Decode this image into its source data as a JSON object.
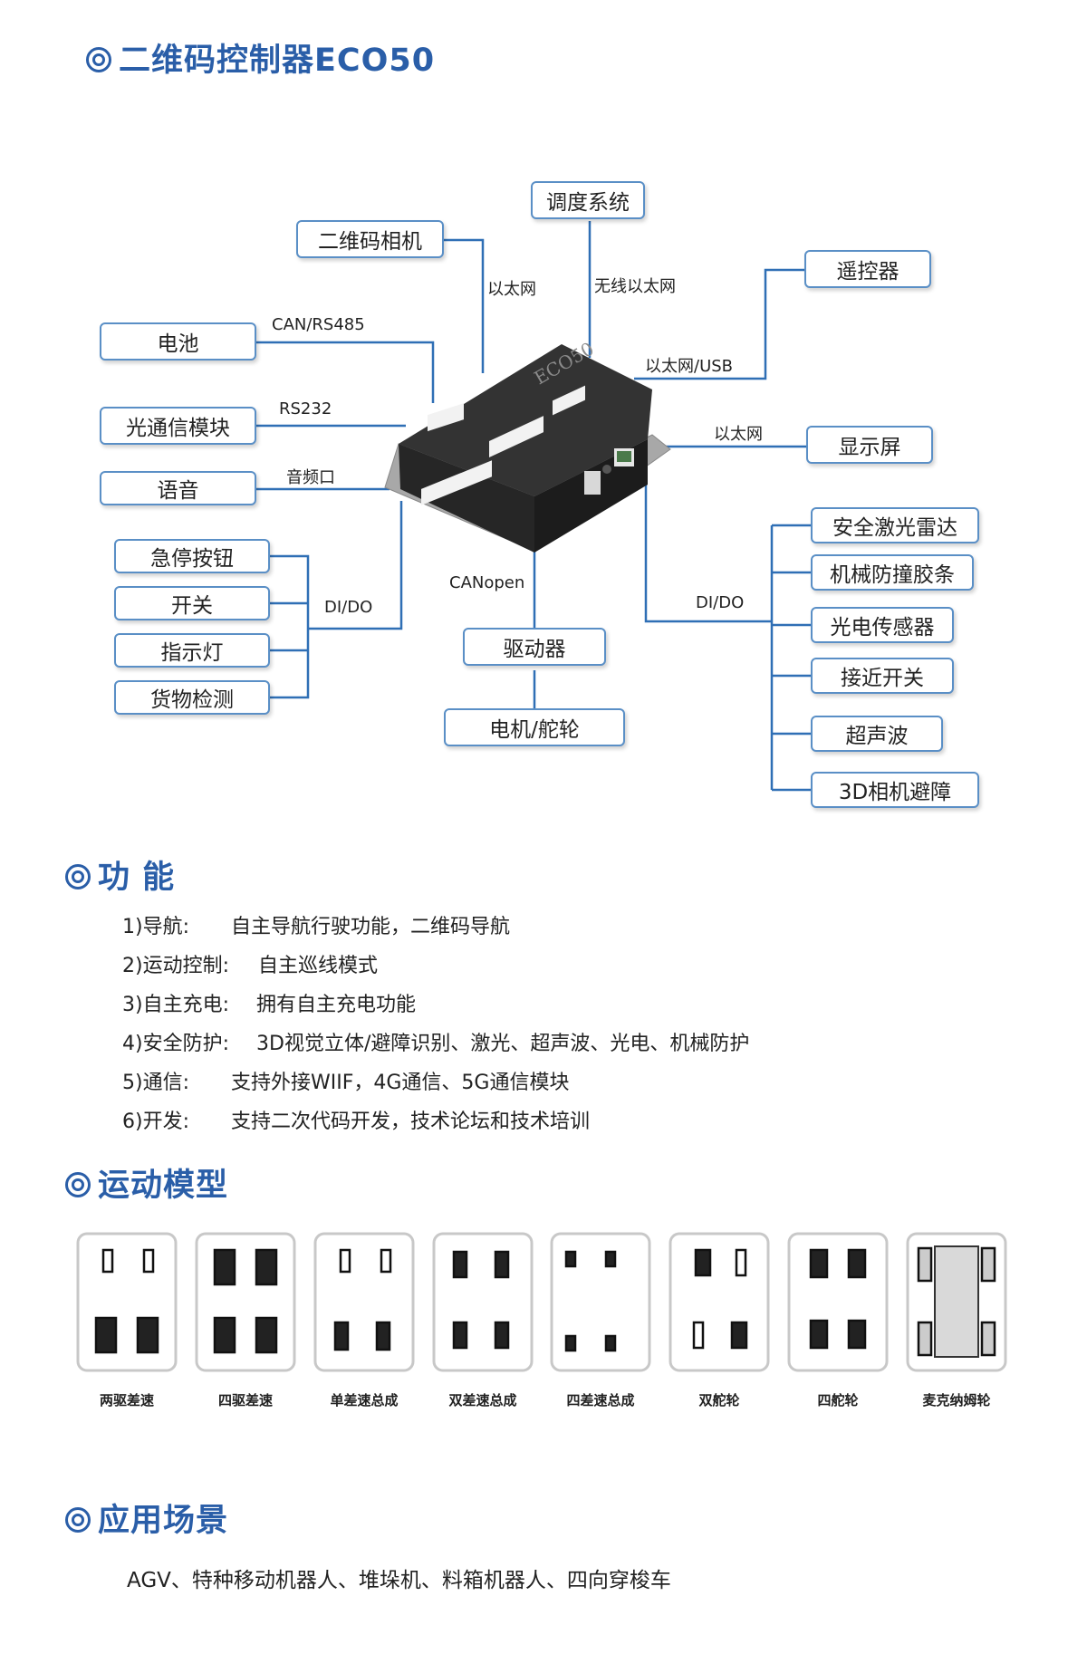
{
  "titles": {
    "main": "二维码控制器ECO50",
    "function": "功 能",
    "motion": "运动模型",
    "application": "应用场景"
  },
  "device": {
    "label": "ECO50"
  },
  "diagram": {
    "boxes": {
      "dispatch": "调度系统",
      "qr_camera": "二维码相机",
      "remote": "遥控器",
      "battery": "电池",
      "optical_comm": "光通信模块",
      "voice": "语音",
      "display": "显示屏",
      "estop": "急停按钮",
      "switch": "开关",
      "indicator": "指示灯",
      "cargo_detect": "货物检测",
      "driver": "驱动器",
      "motor": "电机/舵轮",
      "safety_lidar": "安全激光雷达",
      "bumper": "机械防撞胶条",
      "photo_sensor": "光电传感器",
      "proximity": "接近开关",
      "ultrasonic": "超声波",
      "camera_3d": "3D相机避障"
    },
    "links": {
      "ethernet_qr": "以太网",
      "wireless": "无线以太网",
      "ethernet_usb": "以太网/USB",
      "can_rs485": "CAN/RS485",
      "rs232": "RS232",
      "audio": "音频口",
      "ethernet_display": "以太网",
      "dido_left": "DI/DO",
      "canopen": "CANopen",
      "dido_right": "DI/DO"
    }
  },
  "functions": [
    {
      "key": "1)导航:",
      "text": "自主导航行驶功能，二维码导航"
    },
    {
      "key": "2)运动控制:",
      "text": "自主巡线模式"
    },
    {
      "key": "3)自主充电:",
      "text": "拥有自主充电功能"
    },
    {
      "key": "4)安全防护:",
      "text": "3D视觉立体/避障识别、激光、超声波、光电、机械防护"
    },
    {
      "key": "5)通信:",
      "text": "支持外接WIIF，4G通信、5G通信模块"
    },
    {
      "key": "6)开发:",
      "text": "支持二次代码开发，技术论坛和技术培训"
    }
  ],
  "motion_models": [
    {
      "name": "两驱差速"
    },
    {
      "name": "四驱差速"
    },
    {
      "name": "单差速总成"
    },
    {
      "name": "双差速总成"
    },
    {
      "name": "四差速总成"
    },
    {
      "name": "双舵轮"
    },
    {
      "name": "四舵轮"
    },
    {
      "name": "麦克纳姆轮"
    }
  ],
  "application": "AGV、特种移动机器人、堆垛机、料箱机器人、四向穿梭车",
  "colors": {
    "title": "#2a5ea8",
    "line": "#2f6fb5",
    "box_border": "#5a8fc6",
    "device": "#2b2b2b"
  }
}
